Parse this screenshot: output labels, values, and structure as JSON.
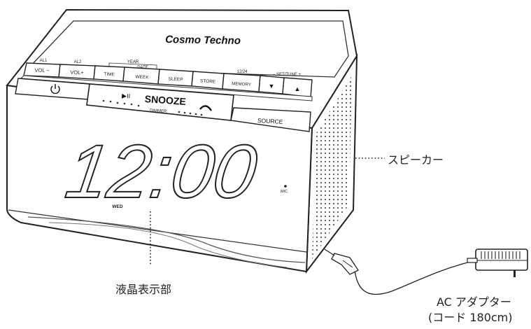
{
  "brand": "Cosmo Techno",
  "buttons": {
    "al1": "AL1",
    "al2": "AL2",
    "vol_minus": "VOL −",
    "vol_plus": "VOL+",
    "year": "YEAR",
    "date": "DATE",
    "time": "TIME",
    "week": "WEEK",
    "sleep": "SLEEP",
    "store": "STORE",
    "h1224": "12/24",
    "memory": "MEMORY",
    "set_tune": "− SET/TUNE +",
    "snooze": "SNOOZE",
    "play_pause": "▶II",
    "dimmer": "DIMMER",
    "source": "SOURCE",
    "down": "▼",
    "up": "▲"
  },
  "display": {
    "time": "12:00",
    "day": "WED",
    "mic": "MIC"
  },
  "callouts": {
    "speaker": "スピーカー",
    "lcd": "液晶表示部",
    "adapter_line1": "AC アダプター",
    "adapter_line2": "(コード 180cm)"
  }
}
